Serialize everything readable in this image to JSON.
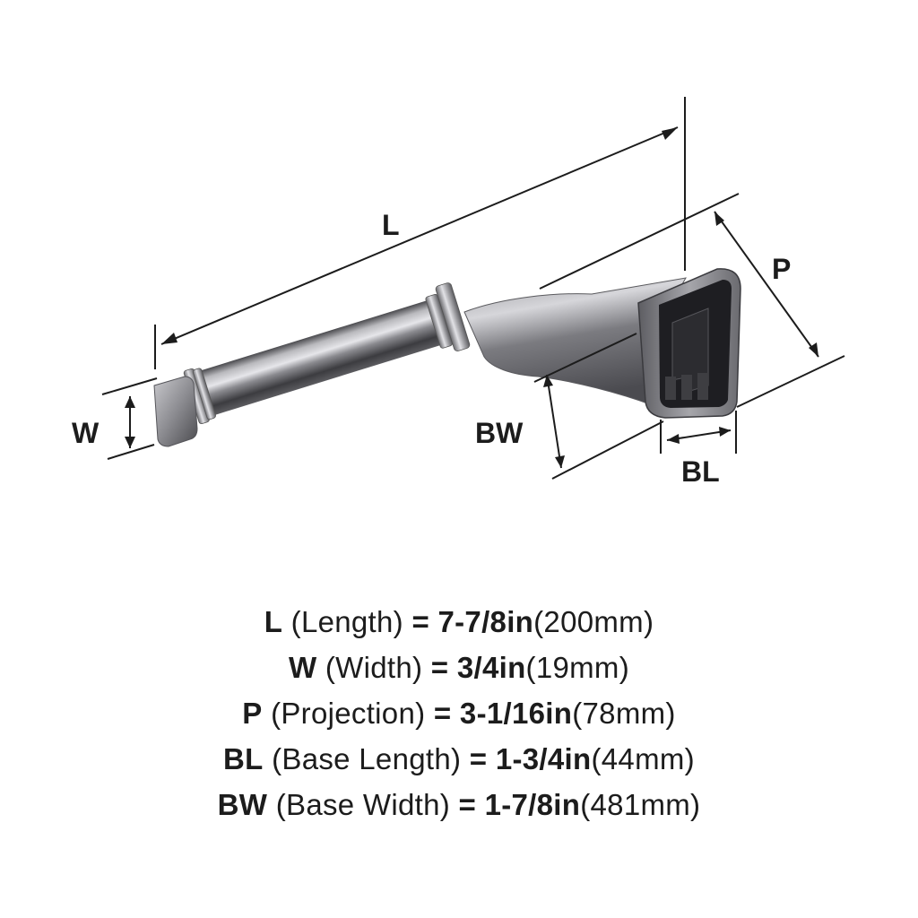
{
  "diagram": {
    "labels": {
      "L": "L",
      "W": "W",
      "P": "P",
      "BW": "BW",
      "BL": "BL"
    }
  },
  "specs": [
    {
      "code": "L",
      "name": "(Length)",
      "eq": "=",
      "imperial": "7-7/8in",
      "metric": "(200mm)"
    },
    {
      "code": "W",
      "name": "(Width)",
      "eq": "=",
      "imperial": "3/4in",
      "metric": "(19mm)"
    },
    {
      "code": "P",
      "name": "(Projection)",
      "eq": "=",
      "imperial": "3-1/16in",
      "metric": "(78mm)"
    },
    {
      "code": "BL",
      "name": "(Base Length)",
      "eq": "=",
      "imperial": "1-3/4in",
      "metric": "(44mm)"
    },
    {
      "code": "BW",
      "name": "(Base Width)",
      "eq": "=",
      "imperial": "1-7/8in",
      "metric": "(481mm)"
    }
  ],
  "colors": {
    "text": "#1c1c1c",
    "metal_light": "#d8d8dc",
    "metal_mid": "#8e8e93",
    "metal_dark": "#3a3a3e"
  }
}
